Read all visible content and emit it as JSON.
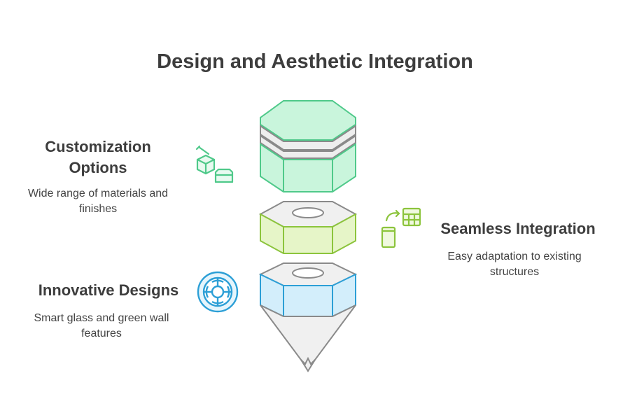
{
  "title": "Design and Aesthetic Integration",
  "customization": {
    "heading_line1": "Customization",
    "heading_line2": "Options",
    "desc_line1": "Wide range of materials and",
    "desc_line2": "finishes",
    "icon": "customization-boxes-icon"
  },
  "seamless": {
    "heading": "Seamless Integration",
    "desc_line1": "Easy adaptation to existing",
    "desc_line2": "structures",
    "icon": "devices-sync-icon"
  },
  "innovative": {
    "heading": "Innovative Designs",
    "desc_line1": "Smart glass and green wall",
    "desc_line2": "features",
    "icon": "circular-target-icon"
  },
  "colors": {
    "green": "#4fc98a",
    "green_fill": "#c9f5dc",
    "lime": "#8cc43c",
    "lime_fill": "#e6f5c8",
    "blue": "#2c9fd6",
    "blue_fill": "#d3eefb",
    "gray": "#8a8a8a",
    "gray_fill": "#f2f2f2",
    "text": "#3d3d3d"
  }
}
